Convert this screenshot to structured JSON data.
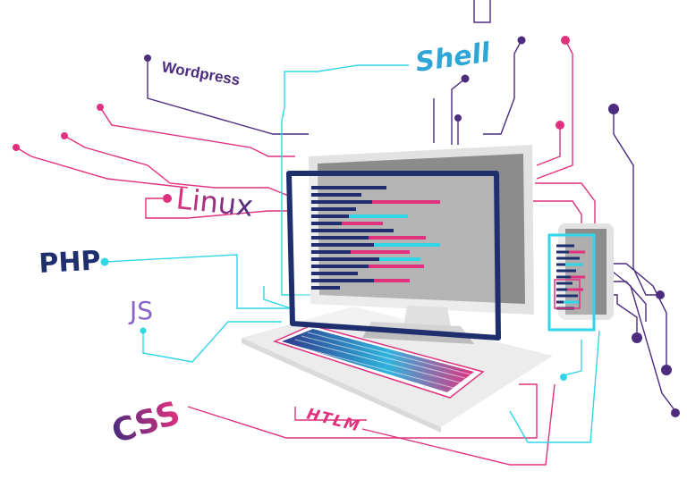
{
  "labels": {
    "wordpress": "Wordpress",
    "shell": "Shell",
    "linux": "Linux",
    "php": "PHP",
    "js": "JS",
    "css": "CSS",
    "htlm": "HTLM"
  },
  "colors": {
    "purple": "#4b2c7f",
    "pink": "#e0317e",
    "cyan": "#2fd6e8",
    "navy": "#1f2f6e",
    "screen_gray": "#8c8c8c",
    "bezel_gray": "#e2e2e2",
    "desk_gray": "#ececec"
  }
}
